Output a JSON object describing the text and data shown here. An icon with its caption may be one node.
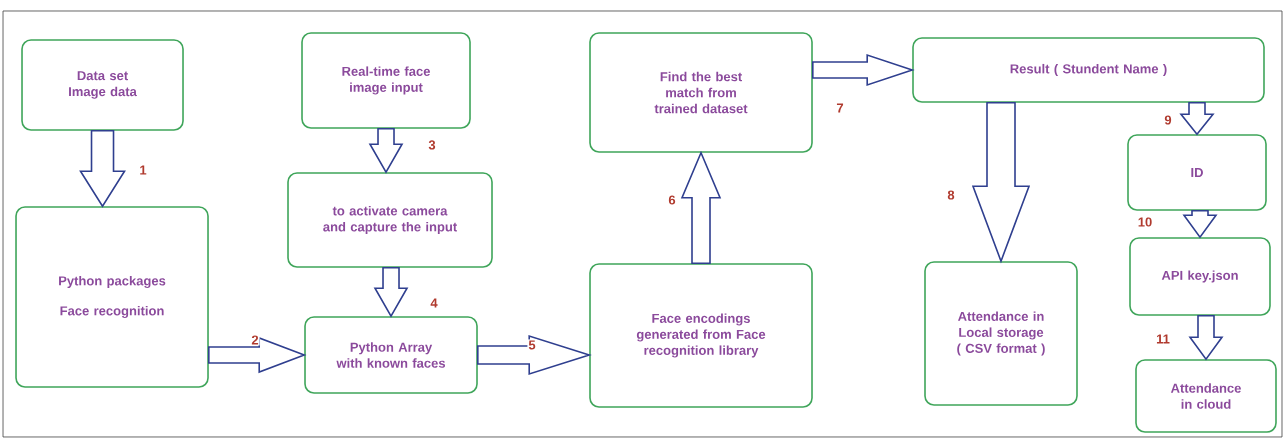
{
  "diagram": {
    "nodes": [
      {
        "text": [
          "Data set Image data"
        ]
      },
      {
        "text": [
          "Python packages",
          "Face recognition"
        ]
      },
      {
        "text": [
          "Real-time face image input"
        ]
      },
      {
        "text": [
          "to activate camera and capture the input"
        ]
      },
      {
        "text": [
          "Python Array with known faces"
        ]
      },
      {
        "text": [
          "Find the best match from trained dataset"
        ]
      },
      {
        "text": [
          "Face encodings generated from Face recognition library"
        ]
      },
      {
        "text": [
          "Result ( Stundent Name )"
        ]
      },
      {
        "text": [
          "Attendance in Local storage ( CSV format )"
        ]
      },
      {
        "text": [
          "ID"
        ]
      },
      {
        "text": [
          "API key.json"
        ]
      },
      {
        "text": [
          "Attendance in cloud"
        ]
      }
    ],
    "edges": [
      {
        "from": 0,
        "to": 1,
        "arrow": "to",
        "label": "1"
      },
      {
        "from": 1,
        "to": 4,
        "arrow": "to",
        "label": "2"
      },
      {
        "from": 2,
        "to": 3,
        "arrow": "to",
        "label": "3"
      },
      {
        "from": 3,
        "to": 4,
        "arrow": "to",
        "label": "4"
      },
      {
        "from": 4,
        "to": 6,
        "arrow": "to",
        "label": "5"
      },
      {
        "from": 6,
        "to": 5,
        "arrow": "to",
        "label": "6"
      },
      {
        "from": 5,
        "to": 7,
        "arrow": "to",
        "label": "7"
      },
      {
        "from": 7,
        "to": 8,
        "arrow": "to",
        "label": "8"
      },
      {
        "from": 7,
        "to": 9,
        "arrow": "to",
        "label": "9"
      },
      {
        "from": 9,
        "to": 10,
        "arrow": "to",
        "label": "10"
      },
      {
        "from": 10,
        "to": 11,
        "arrow": "to",
        "label": "11"
      }
    ]
  }
}
